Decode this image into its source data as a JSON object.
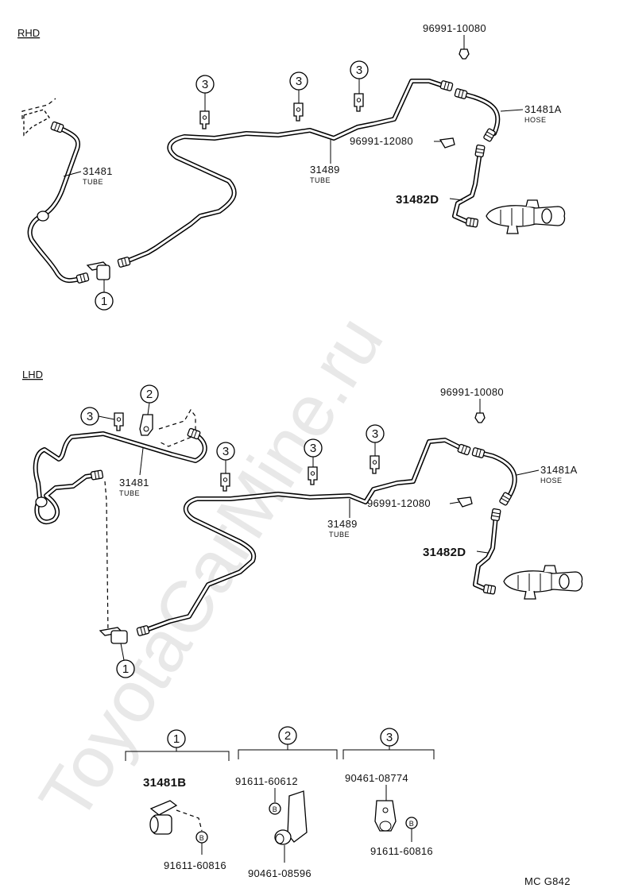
{
  "watermark": "ToyotaCarMine.ru",
  "figure_code": "MC G842",
  "sections": {
    "rhd": "RHD",
    "lhd": "LHD"
  },
  "rhd": {
    "clip_top": "96991-10080",
    "hose": "31481A",
    "hose_sub": "HOSE",
    "clip_mid": "96991-12080",
    "tube_main": "31489",
    "tube_main_sub": "TUBE",
    "tube_left": "31481",
    "tube_left_sub": "TUBE",
    "tube_cyl": "31482D",
    "callout_1": "1",
    "callout_3": "3"
  },
  "lhd": {
    "clip_top": "96991-10080",
    "hose": "31481A",
    "hose_sub": "HOSE",
    "clip_mid": "96991-12080",
    "tube_main": "31489",
    "tube_main_sub": "TUBE",
    "tube_left": "31481",
    "tube_left_sub": "TUBE",
    "tube_cyl": "31482D",
    "callout_1": "1",
    "callout_2": "2",
    "callout_3": "3"
  },
  "legend": {
    "g1": {
      "num": "1",
      "part_a": "31481B",
      "bolt_mark": "B",
      "part_b": "91611-60816"
    },
    "g2": {
      "num": "2",
      "part_a": "91611-60612",
      "bolt_mark": "B",
      "part_b": "90461-08596"
    },
    "g3": {
      "num": "3",
      "part_a": "90461-08774",
      "bolt_mark": "B",
      "part_b": "91611-60816"
    }
  }
}
